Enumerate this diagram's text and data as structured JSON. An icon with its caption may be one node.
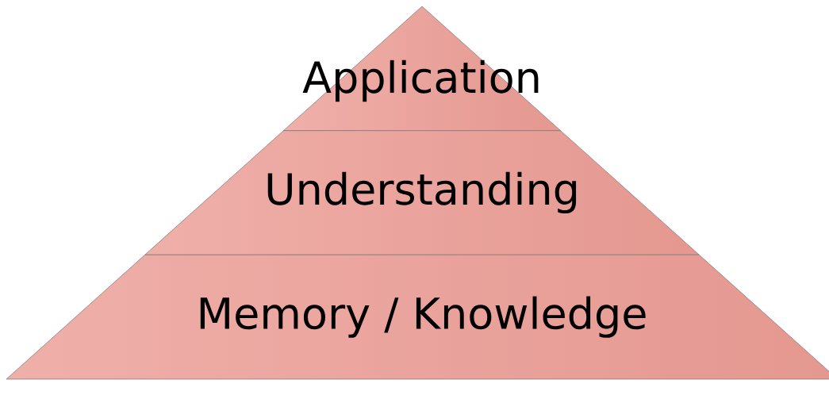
{
  "diagram": {
    "nodes": [
      {
        "text": [
          "Application"
        ]
      },
      {
        "text": [
          "Understanding"
        ]
      },
      {
        "text": [
          "Memory / Knowledge"
        ]
      }
    ]
  }
}
